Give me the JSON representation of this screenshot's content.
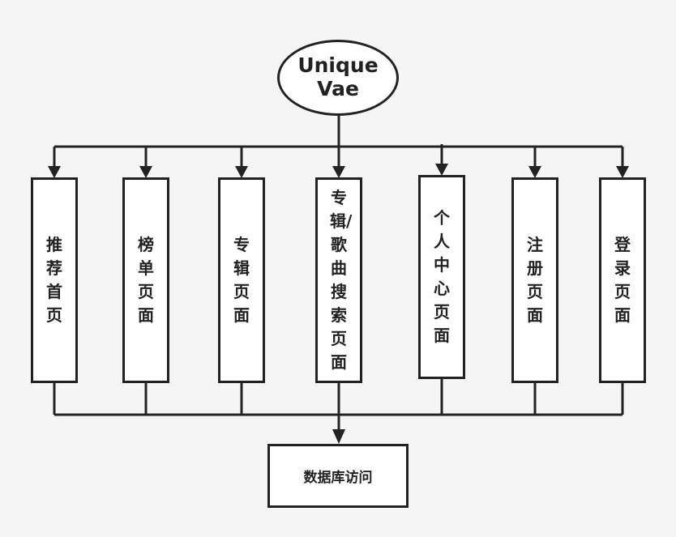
{
  "root": {
    "label": "Unique Vae"
  },
  "pages": [
    {
      "id": "recommend-home",
      "label": "推荐首页"
    },
    {
      "id": "chart-page",
      "label": "榜单页面"
    },
    {
      "id": "album-page",
      "label": "专辑页面"
    },
    {
      "id": "search-page",
      "label": "专辑/歌曲搜索页面"
    },
    {
      "id": "profile-page",
      "label": "个人中心页面"
    },
    {
      "id": "register-page",
      "label": "注册页面"
    },
    {
      "id": "login-page",
      "label": "登录页面"
    }
  ],
  "database": {
    "label": "数据库访问"
  },
  "colors": {
    "line": "#222222",
    "box_fill": "#ffffff",
    "background": "#f5f5f5"
  }
}
